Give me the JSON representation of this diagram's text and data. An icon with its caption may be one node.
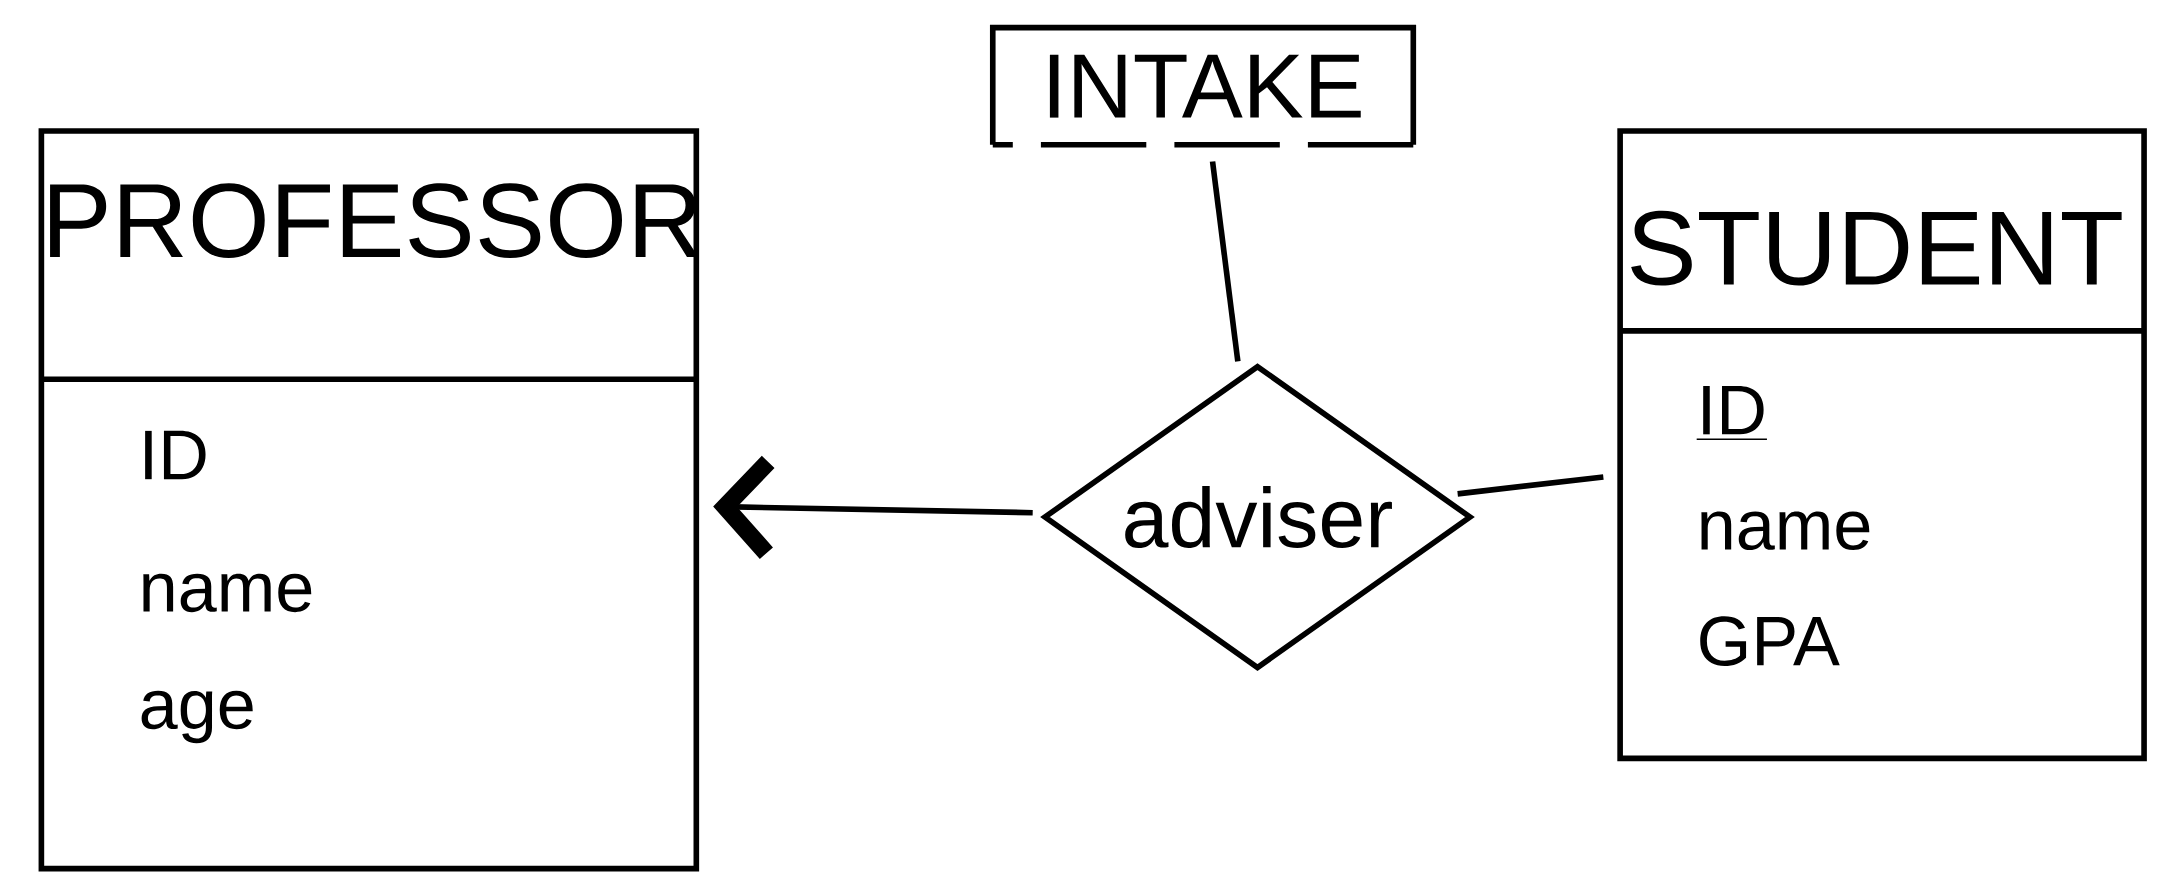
{
  "diagram": {
    "nodes": [
      {
        "text": [
          "PROFESSOR",
          "ID",
          "name",
          "age"
        ]
      },
      {
        "text": [
          "INTAKE"
        ]
      },
      {
        "text": [
          "adviser"
        ]
      },
      {
        "text": [
          "STUDENT",
          "ID",
          "name",
          "GPA"
        ]
      }
    ],
    "edges": [
      {
        "from": 2,
        "to": 0,
        "arrow": "to"
      },
      {
        "from": 2,
        "to": 3,
        "arrow": "none"
      },
      {
        "from": 1,
        "to": 2,
        "arrow": "none"
      }
    ]
  }
}
